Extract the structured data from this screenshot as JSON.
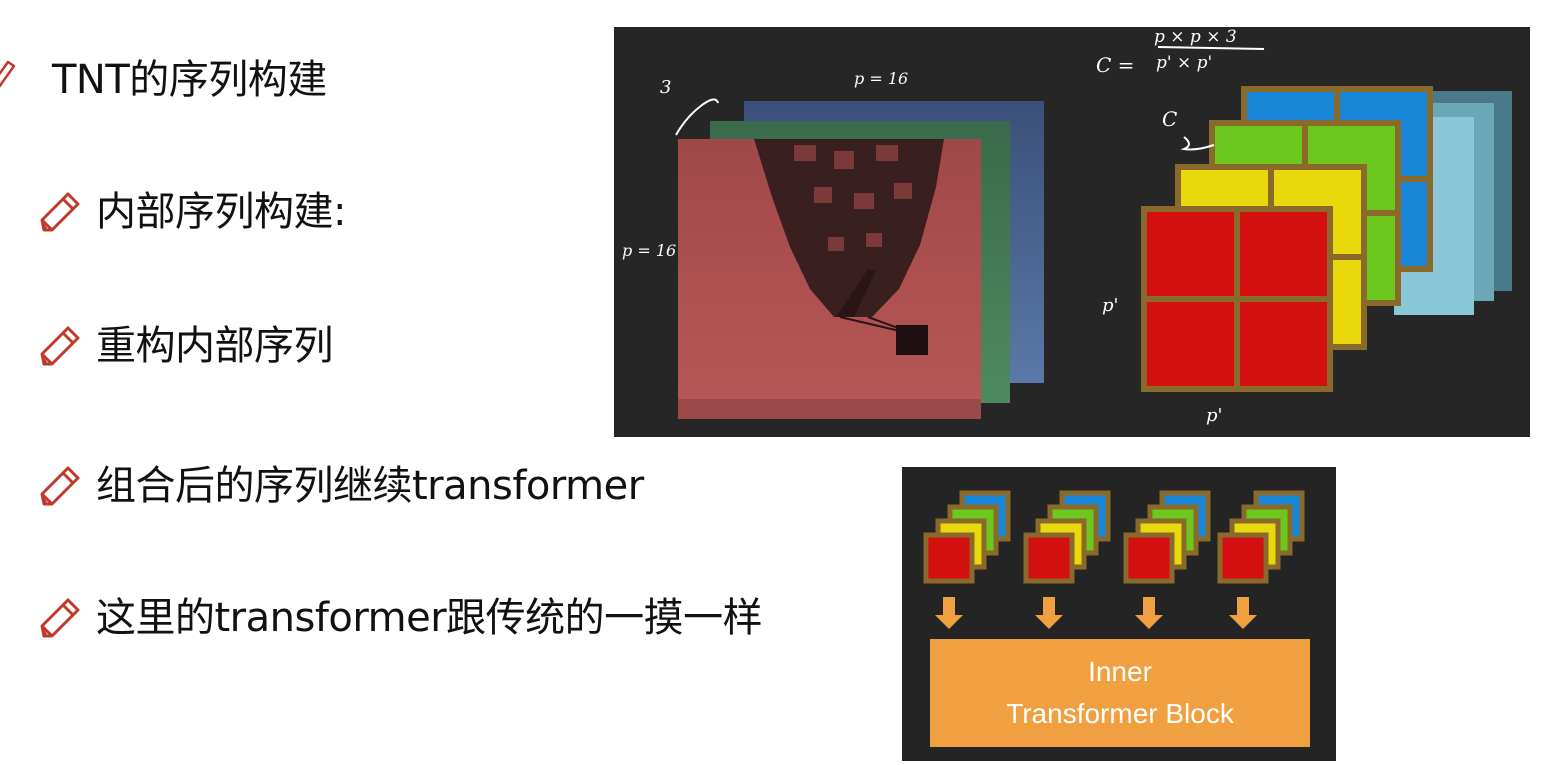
{
  "bullets": [
    {
      "text": "TNT的序列构建",
      "level": 1
    },
    {
      "text": "内部序列构建:",
      "level": 2
    },
    {
      "text": "重构内部序列",
      "level": 2
    },
    {
      "text": "组合后的序列继续transformer",
      "level": 2
    },
    {
      "text": "这里的transformer跟传统的一摸一样",
      "level": 2
    }
  ],
  "figure_top": {
    "annotations": {
      "channels": "3",
      "patch_width": "p = 16",
      "patch_height": "p = 16",
      "formula_lhs": "C =",
      "formula_num": "p × p × 3",
      "formula_den": "p' × p'",
      "c_label": "C",
      "sub_height": "p'",
      "sub_width": "p'"
    }
  },
  "figure_bottom": {
    "block_line1": "Inner",
    "block_line2": "Transformer Block"
  },
  "colors": {
    "pencil": "#c0392b",
    "panel_bg": "#262626",
    "block_orange": "#f0a040",
    "arrow_orange": "#f0a040",
    "tile_red": "#d40f0f",
    "tile_yellow": "#e8d80c",
    "tile_green": "#6cc81c",
    "tile_blue": "#1a86d8",
    "tile_border": "#8a6a2a"
  }
}
